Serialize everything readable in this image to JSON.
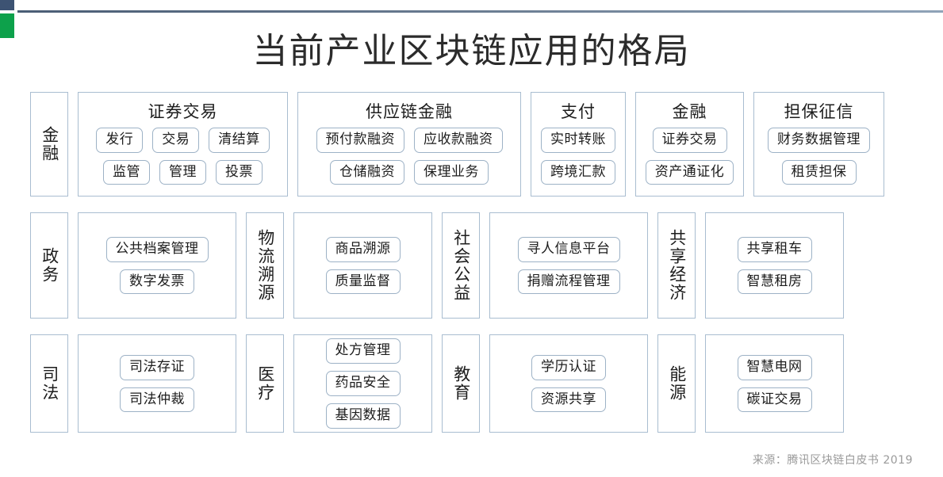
{
  "slide": {
    "title": "当前产业区块链应用的格局",
    "source_note": "来源：腾讯区块链白皮书 2019",
    "colors": {
      "deco_blue": "#3D5373",
      "deco_green": "#0DA14B",
      "rule": "#4A5D75",
      "box_border": "#A9BDD0",
      "pill_border": "#9DB2C6",
      "text": "#1d1d1d",
      "source_text": "#9a9a9a"
    }
  },
  "rows": [
    {
      "category": "金融",
      "groups": [
        {
          "title": "证券交易",
          "pill_rows": [
            [
              "发行",
              "交易",
              "清结算"
            ],
            [
              "监管",
              "管理",
              "投票"
            ]
          ]
        },
        {
          "title": "供应链金融",
          "pill_rows": [
            [
              "预付款融资",
              "应收款融资"
            ],
            [
              "仓储融资",
              "保理业务"
            ]
          ]
        },
        {
          "title": "支付",
          "pill_rows": [
            [
              "实时转账"
            ],
            [
              "跨境汇款"
            ]
          ]
        },
        {
          "title": "金融",
          "pill_rows": [
            [
              "证券交易"
            ],
            [
              "资产通证化"
            ]
          ]
        },
        {
          "title": "担保征信",
          "pill_rows": [
            [
              "财务数据管理"
            ],
            [
              "租赁担保"
            ]
          ]
        }
      ]
    },
    {
      "category": "政务",
      "groups": [
        {
          "title": "",
          "pill_rows": [
            [
              "公共档案管理"
            ],
            [
              "数字发票"
            ]
          ]
        }
      ],
      "category2": "物流溯源",
      "groups2": [
        {
          "title": "",
          "pill_rows": [
            [
              "商品溯源"
            ],
            [
              "质量监督"
            ]
          ]
        }
      ],
      "category3": "社会公益",
      "groups3": [
        {
          "title": "",
          "pill_rows": [
            [
              "寻人信息平台"
            ],
            [
              "捐赠流程管理"
            ]
          ]
        }
      ],
      "category4": "共享经济",
      "groups4": [
        {
          "title": "",
          "pill_rows": [
            [
              "共享租车"
            ],
            [
              "智慧租房"
            ]
          ]
        }
      ]
    },
    {
      "category": "司法",
      "groups": [
        {
          "title": "",
          "pill_rows": [
            [
              "司法存证"
            ],
            [
              "司法仲裁"
            ]
          ]
        }
      ],
      "category2": "医疗",
      "groups2": [
        {
          "title": "",
          "pill_rows": [
            [
              "处方管理"
            ],
            [
              "药品安全"
            ],
            [
              "基因数据"
            ]
          ]
        }
      ],
      "category3": "教育",
      "groups3": [
        {
          "title": "",
          "pill_rows": [
            [
              "学历认证"
            ],
            [
              "资源共享"
            ]
          ]
        }
      ],
      "category4": "能源",
      "groups4": [
        {
          "title": "",
          "pill_rows": [
            [
              "智慧电网"
            ],
            [
              "碳证交易"
            ]
          ]
        }
      ]
    }
  ]
}
